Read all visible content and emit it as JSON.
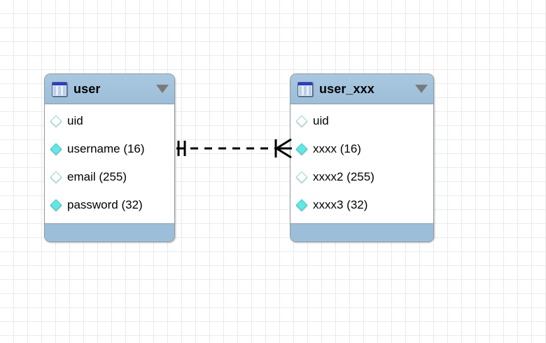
{
  "diagram": {
    "type": "entity-relationship-diagram",
    "background": {
      "grid": true,
      "grid_size": 20,
      "grid_color": "#e9e9e9",
      "canvas_color": "#ffffff"
    },
    "theme": {
      "header_blue": "#9dbed8",
      "footer_blue": "#9dbed8",
      "border_gray": "#8e9aa3",
      "diamond_filled": "#5fe8e8",
      "diamond_hollow": "#ffffff",
      "caret_gray": "#7a7a7a",
      "text_color": "#000000"
    },
    "entities": [
      {
        "id": "user",
        "title": "user",
        "icon": "table-icon",
        "caret": "chevron-down-icon",
        "fields": [
          {
            "label": "uid",
            "key": "hollow"
          },
          {
            "label": "username (16)",
            "key": "filled"
          },
          {
            "label": "email (255)",
            "key": "hollow"
          },
          {
            "label": "password (32)",
            "key": "filled"
          }
        ]
      },
      {
        "id": "user_xxx",
        "title": "user_xxx",
        "icon": "table-icon",
        "caret": "chevron-down-icon",
        "fields": [
          {
            "label": "uid",
            "key": "hollow"
          },
          {
            "label": "xxxx (16)",
            "key": "filled"
          },
          {
            "label": "xxxx2 (255)",
            "key": "hollow"
          },
          {
            "label": "xxxx3 (32)",
            "key": "filled"
          }
        ]
      }
    ],
    "relationships": [
      {
        "id": "user-to-user_xxx",
        "from": "user",
        "to": "user_xxx",
        "line_style": "dashed",
        "from_cardinality": "one-and-only-one",
        "to_cardinality": "many",
        "from_marker": "double-tick",
        "to_marker": "crows-foot",
        "color": "#000000"
      }
    ]
  }
}
